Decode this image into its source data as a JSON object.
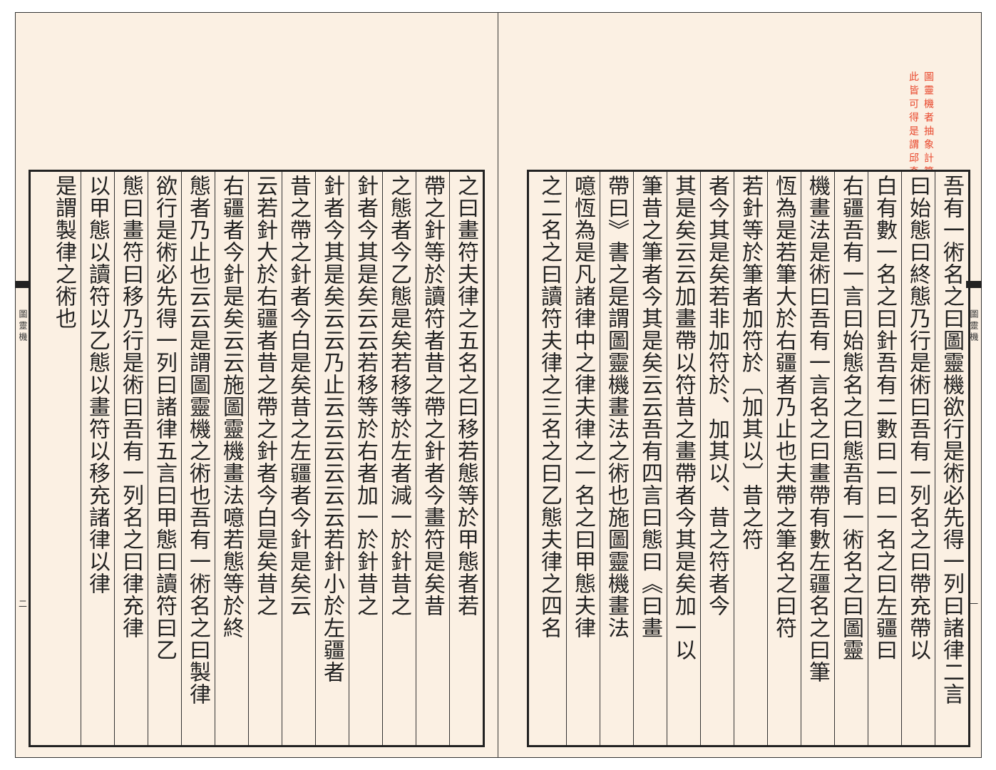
{
  "spine_title": "圖靈機",
  "right_page_no": "一",
  "left_page_no": "二",
  "heading": "圖靈機者抽象計算機之模型也乃西人艾倫圖靈提出通用圖靈機者模擬任意圖靈機之圖靈機也或曰凡世間可算之物藉此皆可得是謂邱奇圖靈論題也",
  "right_columns": [
    "吾有一術名之曰圖靈機欲行是術必先得一列曰諸律二言",
    "曰始態曰終態乃行是術曰吾有一列名之曰帶充帶以",
    "白有數一名之曰針吾有二數曰一曰一名之曰左疆曰",
    "右疆吾有一言曰始態名之曰態吾有一術名之曰圖靈",
    "機畫法是術曰吾有一言名之曰畫帶有數左疆名之曰筆",
    "恆為是若筆大於右疆者乃止也夫帶之筆名之曰符",
    "若針等於筆者加符於〔加其以〕昔之符",
    "者今其是矣若非加符於、加其以、昔之符者今",
    "其是矣云云加畫帶以符昔之畫帶者今其是矣加一以",
    "筆昔之筆者今其是矣云云吾有四言曰態曰《曰畫",
    "帶曰》書之是謂圖靈機畫法之術也施圖靈機畫法",
    "噫恆為是凡諸律中之律夫律之一名之曰甲態夫律",
    "之二名之曰讀符夫律之三名之曰乙態夫律之四名"
  ],
  "left_columns": [
    "之曰畫符夫律之五名之曰移若態等於甲態者若",
    "帶之針等於讀符者昔之帶之針者今畫符是矣昔",
    "之態者今乙態是矣若移等於左者減一於針昔之",
    "針者今其是矣云云若移等於右者加一於針昔之",
    "針者今其是矣云云乃止云云云云云云若針小於左疆者",
    "昔之帶之針者今白是矣昔之左疆者今針是矣云",
    "云若針大於右疆者昔之帶之針者今白是矣昔之",
    "右疆者今針是矣云云施圖靈機畫法噫若態等於終",
    "態者乃止也云云是謂圖靈機之術也吾有一術名之曰製律",
    "欲行是術必先得一列曰諸律五言曰甲態曰讀符曰乙",
    "態曰畫符曰移乃行是術曰吾有一列名之曰律充律",
    "以甲態以讀符以乙態以畫符以移充諸律以律",
    "是謂製律之術也"
  ]
}
